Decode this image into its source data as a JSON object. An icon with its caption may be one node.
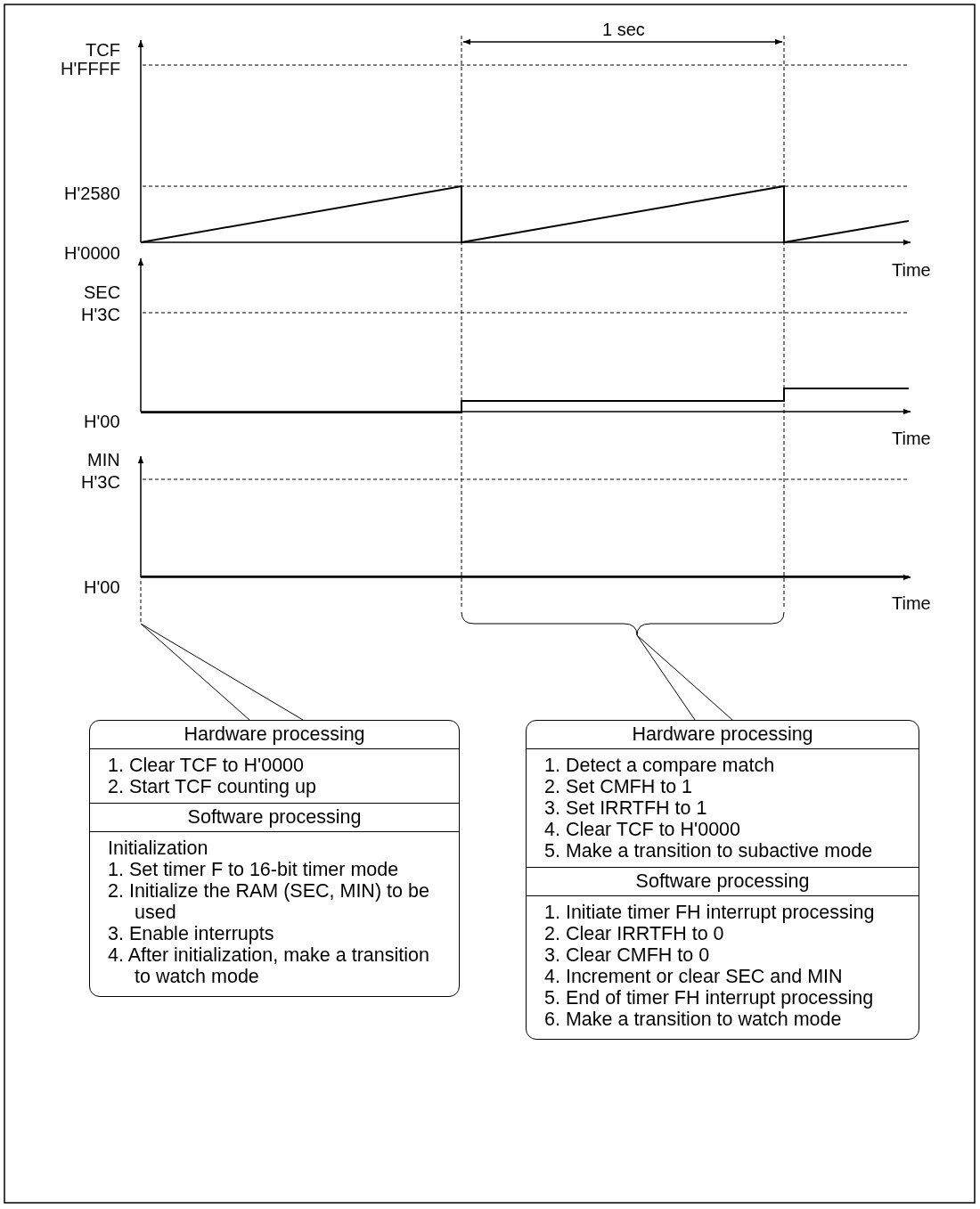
{
  "diagram": {
    "nodes": [
      {
        "text": [],
        "shape": "line"
      },
      {
        "text": [],
        "shape": "brace"
      },
      {
        "text": [
          "Hardware processing",
          "1. Clear TCF to H'0000",
          "2. Start TCF counting up",
          "Software processing",
          "Initialization",
          "1. Set timer F to 16-bit timer mode",
          "2. Initialize the RAM (SEC,  MIN) to be used",
          "3. Enable interrupts",
          "4. After initialization, make a transition to watch mode"
        ]
      },
      {
        "text": [
          "Hardware processing",
          "1. Detect a compare match",
          "2. Set CMFH to 1",
          "3. Set IRRTFH to 1",
          "4. Clear TCF to H'0000",
          "5. Make a transition to subactive mode",
          "Software processing",
          "1. Initiate timer FH interrupt processing",
          "2. Clear IRRTFH to 0",
          "3. Clear CMFH to 0",
          "4. Increment or clear SEC and MIN",
          "5. End of timer FH interrupt processing",
          "6. Make a transition to watch mode"
        ]
      }
    ],
    "edges": [
      {
        "from": 2,
        "to": 0,
        "arrow": "none"
      },
      {
        "from": 2,
        "to": 0,
        "arrow": "none"
      },
      {
        "from": 3,
        "to": 1,
        "arrow": "none"
      },
      {
        "from": 3,
        "to": 1,
        "arrow": "none"
      }
    ],
    "labels": [
      "TCF",
      "1 sec",
      "H'FFFF",
      "H'2580",
      "H'0000",
      "Time",
      "SEC",
      "H'3C",
      "H'00",
      "Time",
      "MIN",
      "H'3C",
      "H'00",
      "Time"
    ]
  }
}
